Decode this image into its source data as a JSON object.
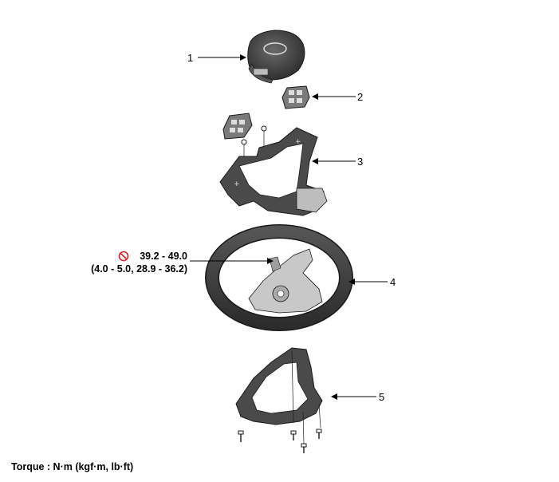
{
  "callouts": [
    "1",
    "2",
    "3",
    "4",
    "5"
  ],
  "torque": {
    "icon": "no-reuse-icon",
    "value_nm": "39.2 - 49.0",
    "value_alt": "(4.0 - 5.0, 28.9 - 36.2)"
  },
  "footer": {
    "units_note": "Torque : N·m (kgf·m, lb·ft)"
  },
  "colors": {
    "outline": "#1a1a1a",
    "dark_part": "#3a3a3a",
    "metal": "#c8c8c8",
    "accent": "#d9202a"
  }
}
